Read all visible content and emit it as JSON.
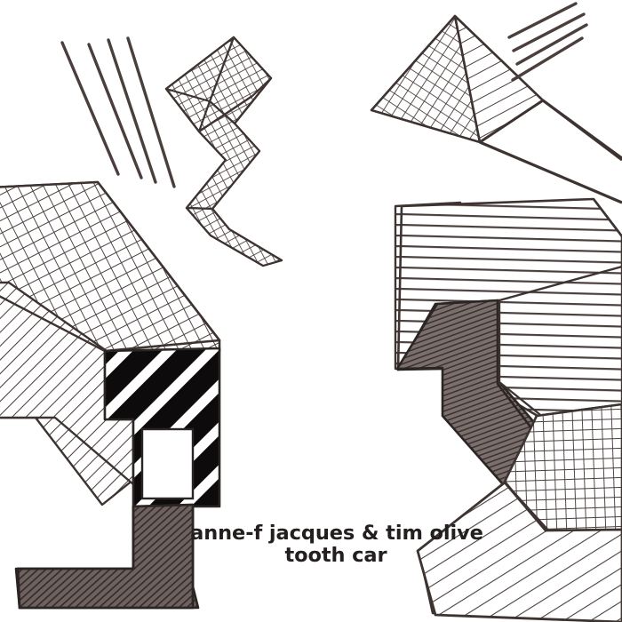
{
  "cover": {
    "background_color": "#ffffff",
    "ink_color": "#4a3f3d",
    "ink_dark_color": "#231f1e",
    "credits": {
      "artists": "anne-f jacques & tim olive",
      "title": "tooth car"
    },
    "artwork": {
      "description": "abstract pen-and-ink drawing of hatched geometric forms",
      "elements": [
        {
          "name": "stroke-cluster-top-left",
          "kind": "parallel-strokes",
          "count": 4,
          "fill": "solid-line"
        },
        {
          "name": "zigzag-band-top",
          "kind": "angular-band",
          "fill": "cross-hatch-grid"
        },
        {
          "name": "pyramid-top-right",
          "kind": "pyramid",
          "fill": "cross-hatch-grid + diagonal-hatch"
        },
        {
          "name": "stroke-cluster-top-right",
          "kind": "parallel-strokes",
          "count": 4,
          "fill": "solid-line"
        },
        {
          "name": "block-left",
          "kind": "stepped-block",
          "fill": "cross-hatch-grid + fine-diagonal-hatch + bold-diagonal-stripes"
        },
        {
          "name": "window-left-block",
          "kind": "rectangular-aperture",
          "fill": "white"
        },
        {
          "name": "foot-left",
          "kind": "L-shape",
          "fill": "dense-diagonal-hatch-dark"
        },
        {
          "name": "block-right",
          "kind": "stepped-block",
          "fill": "horizontal-line-hatch + dense-diagonal-hatch + cross-hatch-grid"
        },
        {
          "name": "band-bottom-right",
          "kind": "angular-band",
          "fill": "diagonal-hatch"
        }
      ]
    }
  }
}
